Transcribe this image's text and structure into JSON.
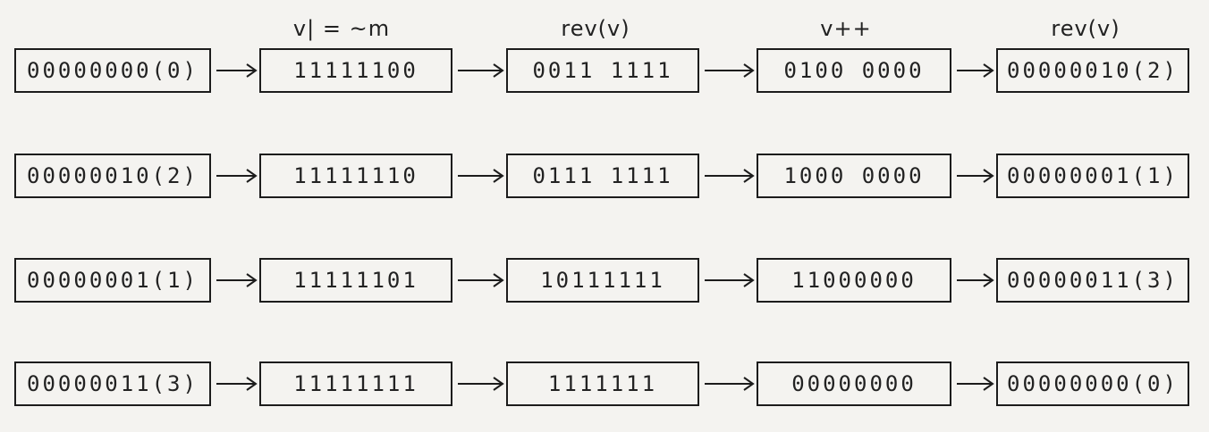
{
  "headers": [
    "v| = ~m",
    "rev(v)",
    "v++",
    "rev(v)"
  ],
  "rows": [
    [
      "00000000(0)",
      "11111100",
      "0011 1111",
      "0100 0000",
      "00000010(2)"
    ],
    [
      "00000010(2)",
      "11111110",
      "0111 1111",
      "1000 0000",
      "00000001(1)"
    ],
    [
      "00000001(1)",
      "11111101",
      "10111111",
      "11000000",
      "00000011(3)"
    ],
    [
      "00000011(3)",
      "11111111",
      "1111111",
      "00000000",
      "00000000(0)"
    ]
  ],
  "colors": {
    "background": "#f4f3f0",
    "ink": "#1c1c1c"
  }
}
